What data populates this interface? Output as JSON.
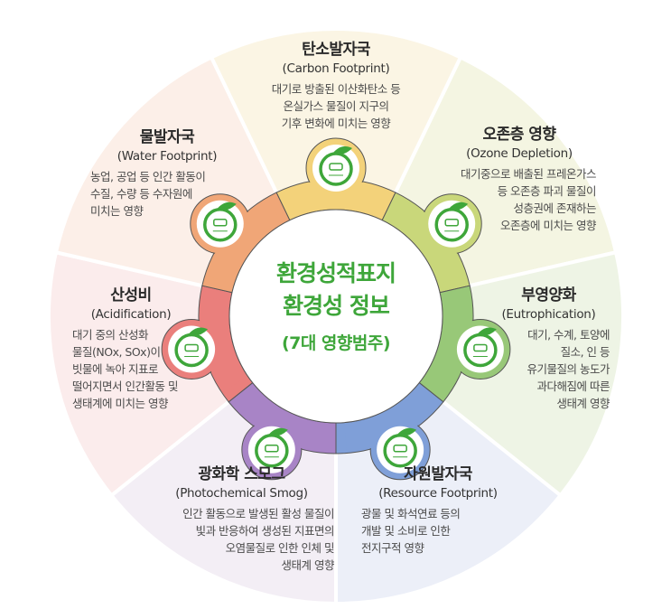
{
  "center": {
    "line1": "환경성적표지",
    "line2": "환경성 정보",
    "line3": "(7대 영향범주)",
    "color": "#3ea63a"
  },
  "categories": [
    {
      "key": "carbon",
      "title": "탄소발자국",
      "english": "(Carbon Footprint)",
      "desc": "대기로 방출된 이산화탄소 등\n온실가스 물질이 지구의\n기후 변화에 미치는 영향",
      "ring_color": "#f3d27a",
      "bg_color": "#fbf5e4",
      "icon": "co2-icon"
    },
    {
      "key": "ozone",
      "title": "오존층 영향",
      "english": "(Ozone Depletion)",
      "desc": "대기중으로 배출된 프레온가스\n등 오존층 파괴 물질이\n성층권에 존재하는\n오존층에 미치는 영향",
      "ring_color": "#c9d77a",
      "bg_color": "#f4f5e2",
      "icon": "ozone-icon"
    },
    {
      "key": "eutro",
      "title": "부영양화",
      "english": "(Eutrophication)",
      "desc": "대기, 수계, 토양에\n질소, 인 등\n유기물질의 농도가\n과다해짐에 따른\n생태계 영향",
      "ring_color": "#98c878",
      "bg_color": "#eef4e5",
      "icon": "eutrophication-icon"
    },
    {
      "key": "resource",
      "title": "자원발자국",
      "english": "(Resource Footprint)",
      "desc": "광물 및 화석연료 등의\n개발 및 소비로 인한\n전지구적 영향",
      "ring_color": "#7f9fd8",
      "bg_color": "#eceff8",
      "icon": "resource-icon"
    },
    {
      "key": "smog",
      "title": "광화학 스모그",
      "english": "(Photochemical Smog)",
      "desc": "인간 활동으로 발생된 활성 물질이\n빛과 반응하여 생성된 지표면의\n오염물질로 인한 인체 및\n생태계 영향",
      "ring_color": "#a884c6",
      "bg_color": "#f3eef5",
      "icon": "smog-icon"
    },
    {
      "key": "acid",
      "title": "산성비",
      "english": "(Acidification)",
      "desc": "대기 중의 산성화\n물질(NOx, SOx)이\n빗물에 녹아 지표로\n떨어지면서 인간활동 및\n생태계에 미치는 영향",
      "ring_color": "#ea7f7c",
      "bg_color": "#fbecec",
      "icon": "acid-rain-icon"
    },
    {
      "key": "water",
      "title": "물발자국",
      "english": "(Water Footprint)",
      "desc": "농업, 공업 등 인간 활동이\n수질, 수량 등 수자원에\n미치는 영향",
      "ring_color": "#f0a677",
      "bg_color": "#fcefe8",
      "icon": "water-drop-icon"
    }
  ]
}
